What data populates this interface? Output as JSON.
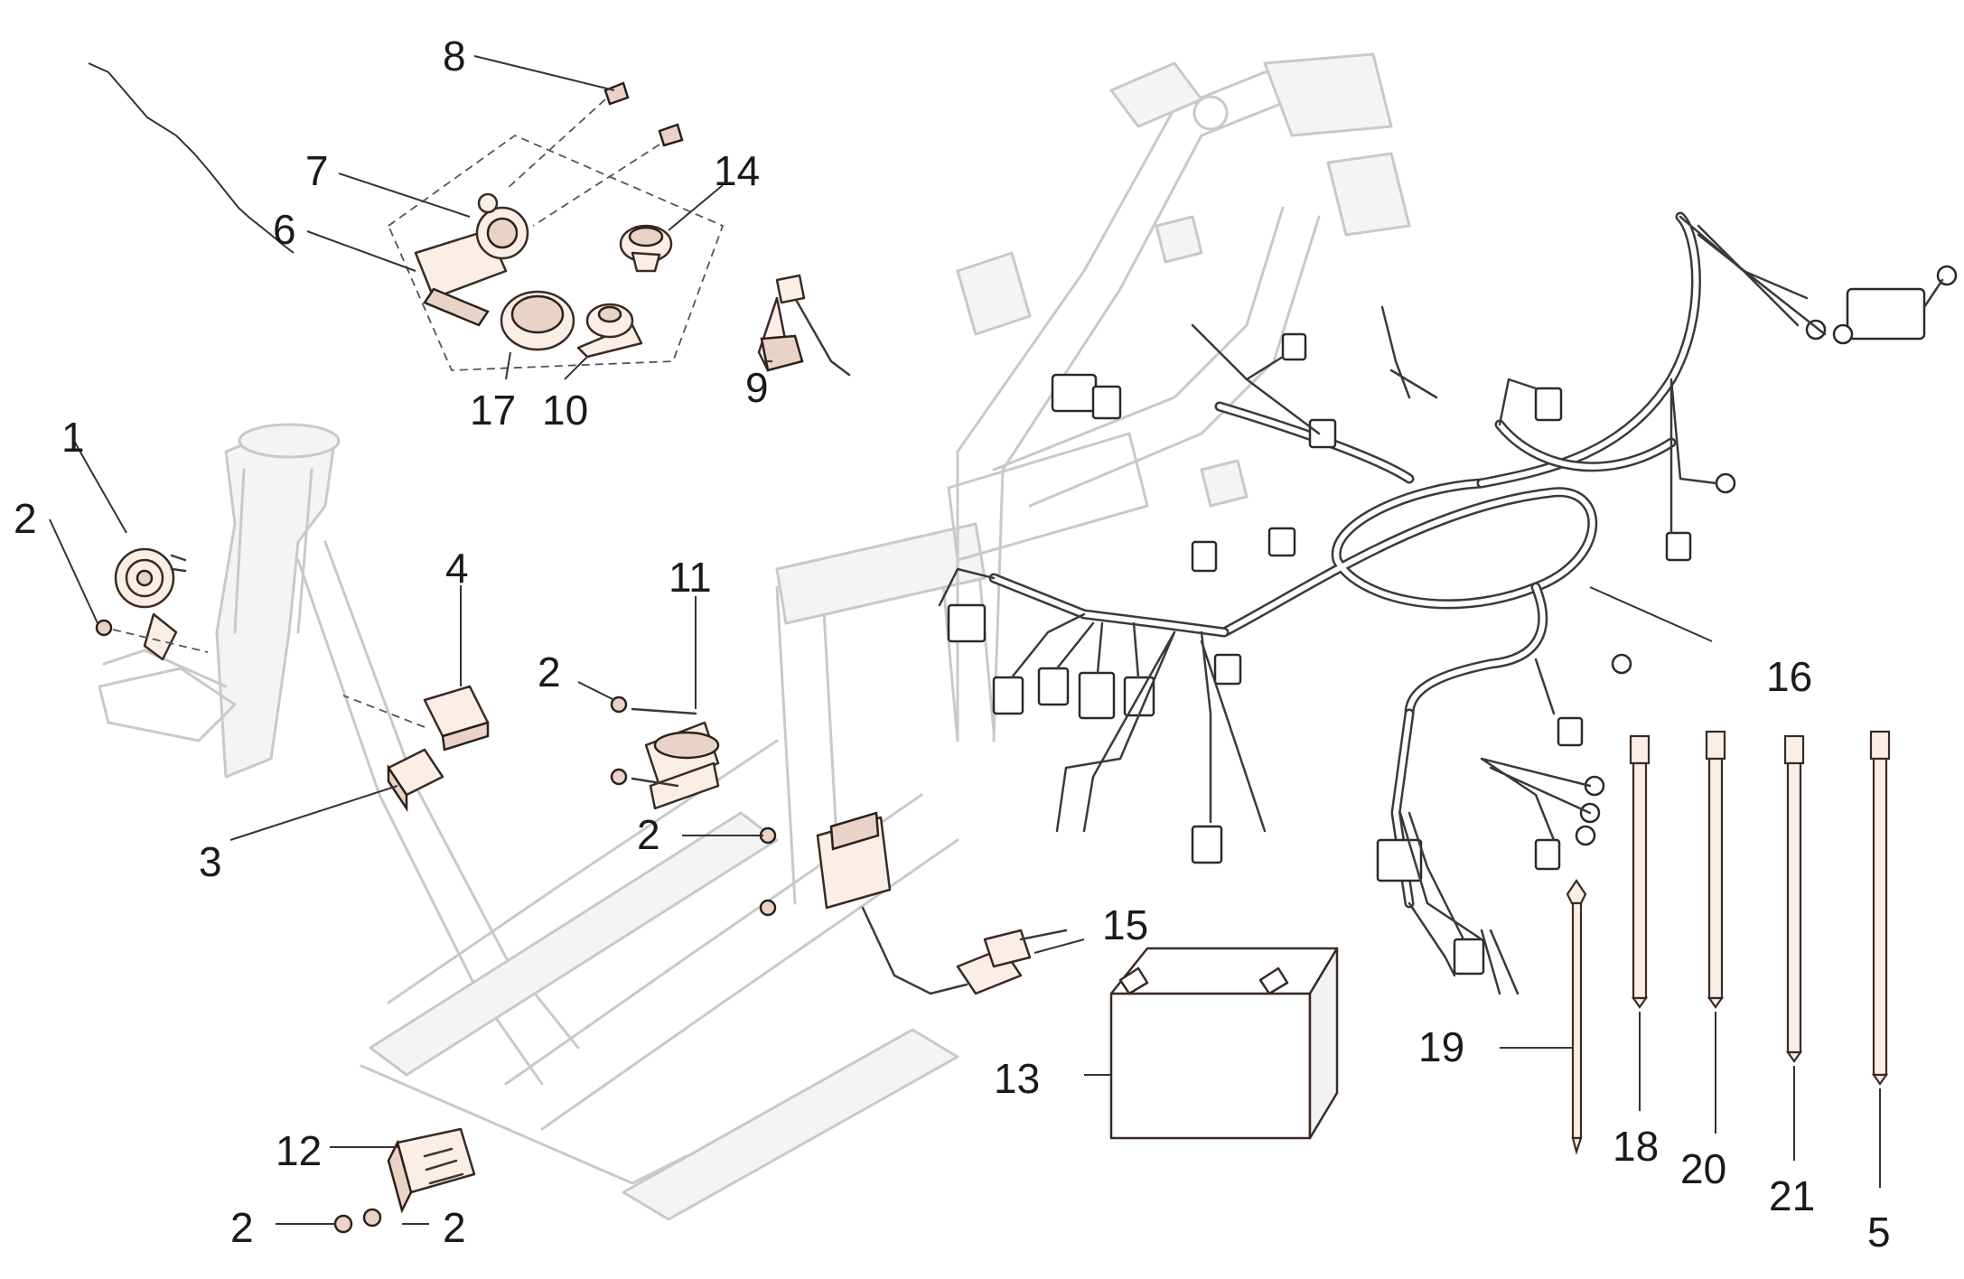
{
  "callouts": {
    "c1": "1",
    "c2a": "2",
    "c2b": "2",
    "c2c": "2",
    "c2d": "2",
    "c2e": "2",
    "c3": "3",
    "c4": "4",
    "c5": "5",
    "c6": "6",
    "c7": "7",
    "c8": "8",
    "c9": "9",
    "c10": "10",
    "c11": "11",
    "c12": "12",
    "c13": "13",
    "c14": "14",
    "c15": "15",
    "c16": "16",
    "c17": "17",
    "c18": "18",
    "c19": "19",
    "c20": "20",
    "c21": "21"
  },
  "colors": {
    "frame": "#c9c9c9",
    "part_fill": "#fbeee6",
    "outline": "#3a2a22"
  }
}
